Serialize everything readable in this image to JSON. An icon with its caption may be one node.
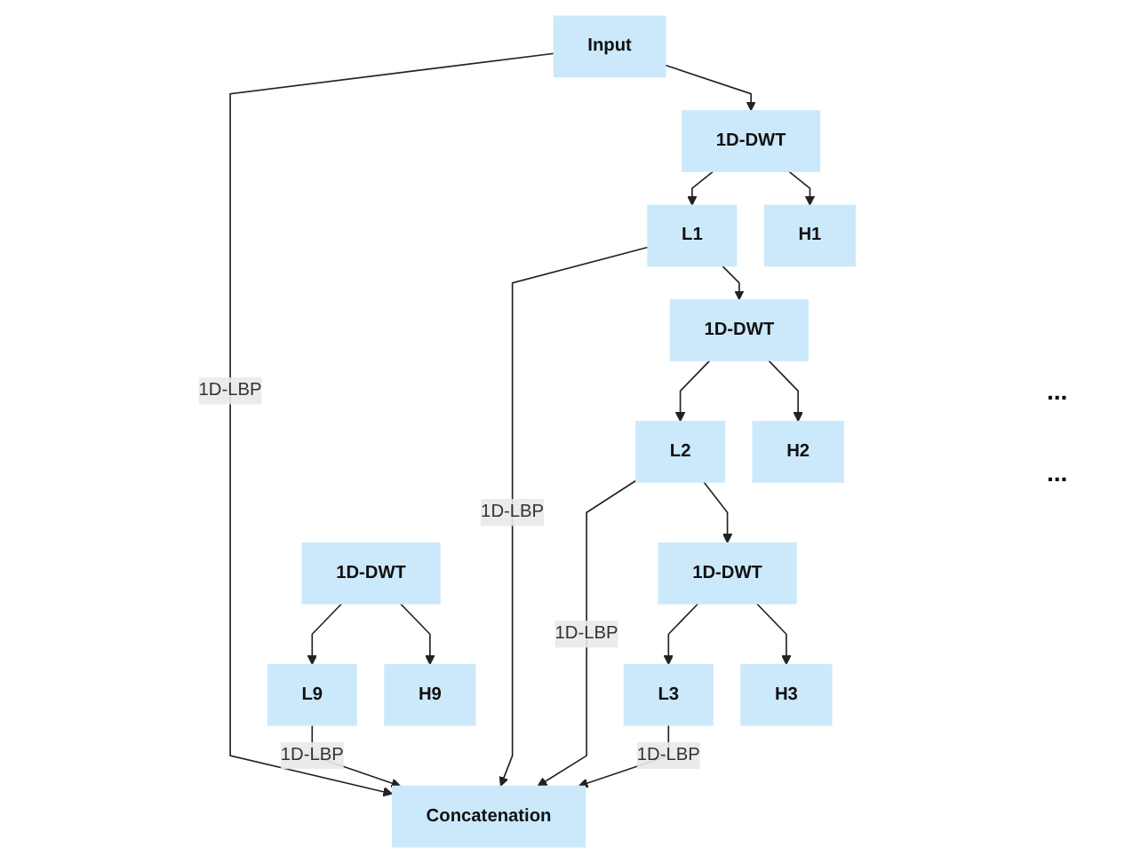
{
  "diagram": {
    "nodes": [
      {
        "text": [
          "Concatenation"
        ]
      },
      {
        "text": [
          "Input"
        ]
      },
      {
        "text": [
          "1D-DWT"
        ]
      },
      {
        "text": [
          "L1"
        ]
      },
      {
        "text": [
          "H1"
        ]
      },
      {
        "text": [
          "1D-DWT"
        ]
      },
      {
        "text": [
          "L2"
        ]
      },
      {
        "text": [
          "H2"
        ]
      },
      {
        "text": [
          "1D-DWT"
        ]
      },
      {
        "text": [
          "L3"
        ]
      },
      {
        "text": [
          "H3"
        ]
      },
      {
        "text": [
          "1D-DWT"
        ]
      },
      {
        "text": [
          "L9"
        ]
      },
      {
        "text": [
          "H9"
        ]
      }
    ],
    "edges": [
      {
        "from": 1,
        "to": 0,
        "arrow": "to",
        "label": "1D-LBP"
      },
      {
        "from": 1,
        "to": 2,
        "arrow": "to"
      },
      {
        "from": 2,
        "to": 3,
        "arrow": "to"
      },
      {
        "from": 2,
        "to": 4,
        "arrow": "to"
      },
      {
        "from": 3,
        "to": 0,
        "arrow": "to",
        "label": "1D-LBP"
      },
      {
        "from": 3,
        "to": 5,
        "arrow": "to"
      },
      {
        "from": 5,
        "to": 6,
        "arrow": "to"
      },
      {
        "from": 5,
        "to": 7,
        "arrow": "to"
      },
      {
        "from": 6,
        "to": 0,
        "arrow": "to",
        "label": "1D-LBP"
      },
      {
        "from": 6,
        "to": 8,
        "arrow": "to"
      },
      {
        "from": 8,
        "to": 9,
        "arrow": "to"
      },
      {
        "from": 8,
        "to": 10,
        "arrow": "to"
      },
      {
        "from": 9,
        "to": 0,
        "arrow": "to",
        "label": "1D-LBP"
      },
      {
        "from": 11,
        "to": 12,
        "arrow": "to"
      },
      {
        "from": 11,
        "to": 13,
        "arrow": "to"
      },
      {
        "from": 12,
        "to": 0,
        "arrow": "to",
        "label": "1D-LBP"
      }
    ],
    "labels": [
      "...",
      "..."
    ]
  }
}
